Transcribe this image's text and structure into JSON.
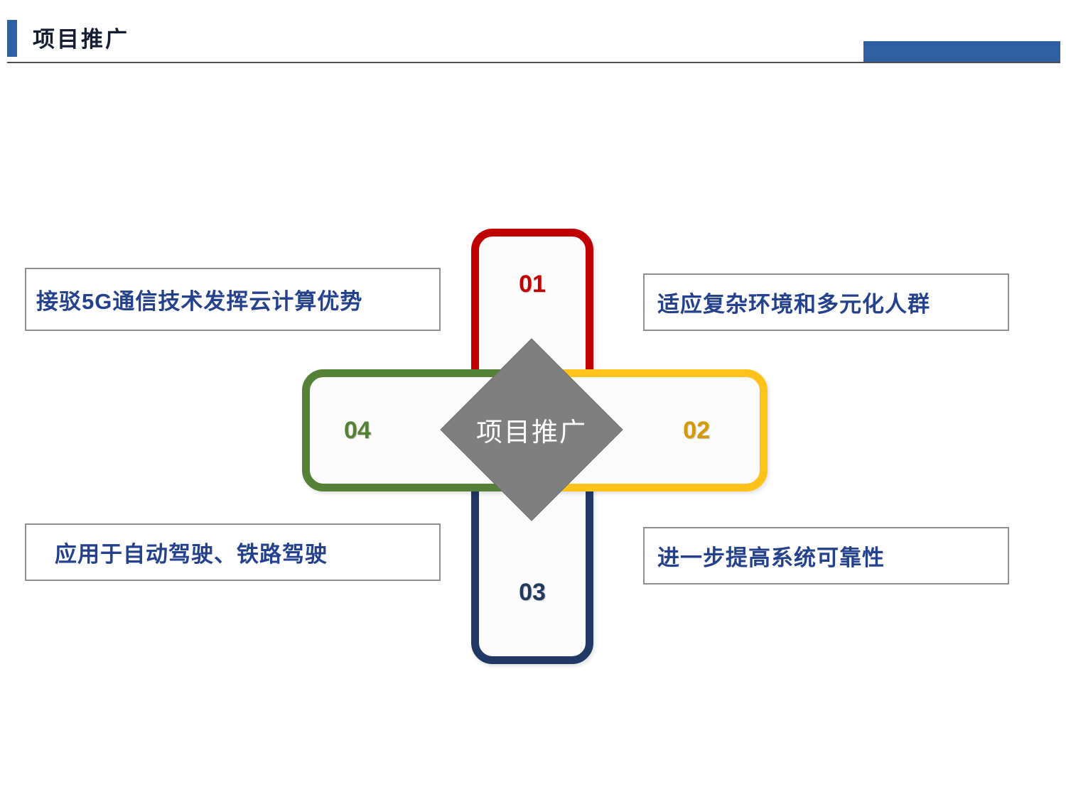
{
  "header": {
    "title": "项目推广"
  },
  "diagram": {
    "center_label": "项目推广",
    "center_bg": "#7F7F7F",
    "arms": [
      {
        "number": "01",
        "position": "top",
        "border_color": "#C00000",
        "number_color": "#C00000"
      },
      {
        "number": "02",
        "position": "right",
        "border_color": "#FFC21A",
        "number_color": "#D69A00"
      },
      {
        "number": "03",
        "position": "bottom",
        "border_color": "#1F3864",
        "number_color": "#203A5F"
      },
      {
        "number": "04",
        "position": "left",
        "border_color": "#538135",
        "number_color": "#538135"
      }
    ]
  },
  "callouts": [
    {
      "text": "接驳5G通信技术发挥云计算优势",
      "position": "top-left"
    },
    {
      "text": "适应复杂环境和多元化人群",
      "position": "top-right"
    },
    {
      "text": "应用于自动驾驶、铁路驾驶",
      "position": "bottom-left"
    },
    {
      "text": "进一步提高系统可靠性",
      "position": "bottom-right"
    }
  ],
  "colors": {
    "accent_blue": "#2E5FA3",
    "header_rule": "#4D4D4D",
    "title_text": "#141E33",
    "callout_text": "#24418E",
    "callout_border": "#8F8F8F"
  }
}
